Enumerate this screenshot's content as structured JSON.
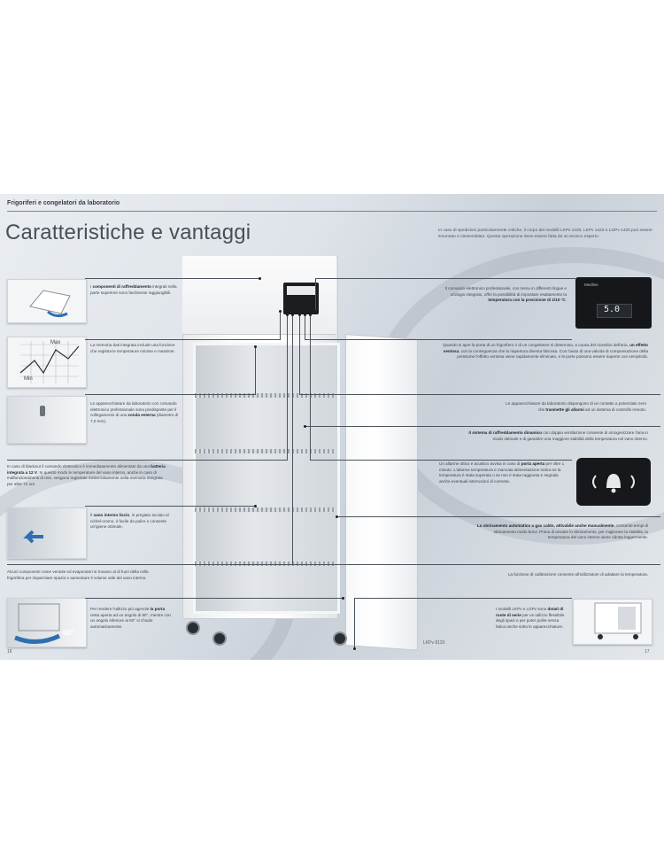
{
  "header": "Frigoriferi e congelatori da laboratorio",
  "title": "Caratteristiche e vantaggi",
  "intro": "In caso di spedizioni particolarmente critiche, il corpo dei modelli LKPv 1420, LKPv 1423 e LGPv 1420 può essere smontato e riassemblato. Questa operazione deve essere fatta da un tecnico esperto.",
  "left_items": [
    {
      "id": "raffreddamento",
      "pre": "I ",
      "bold": "componenti di raffreddamento",
      "post": " integrati nella parte superiore sono facilmente raggiungibili."
    },
    {
      "id": "memoria",
      "pre": "La memoria dati integrata include una funzione che registra le temperature minime e massime.",
      "bold": "",
      "post": ""
    },
    {
      "id": "zoccolo",
      "pre": "Le apparecchiature da laboratorio con comando elettronico professionale sono predisposte per il collegamento di una ",
      "bold": "sonda esterna",
      "post": " (diametro di 7,0 mm)."
    },
    {
      "id": "blackout",
      "pre": "In caso di blackout il comando elettronico è immediatamente alimentato da una ",
      "bold": "batteria integrata a 12 V",
      "post": ". In questo modo le temperature del vano interno, anche in caso di malfunzionamenti di rete, vengono registrate ininterrottamente nella memoria integrata per altre 72 ore."
    },
    {
      "id": "vano",
      "pre": "Il ",
      "bold": "vano interno liscio",
      "post": ", in pregiato acciaio al nichel-cromo, è facile da pulire e consente un'igiene ottimale."
    },
    {
      "id": "evaporatori",
      "pre": "Alcuni componenti come ventole ed evaporatori si trovano al di fuori della cella frigorifera per risparmiare spazio e aumentare il volume utile del vano interno.",
      "bold": "",
      "post": ""
    },
    {
      "id": "porta",
      "pre": "Per rendere l'utilizzo più agevole ",
      "bold": "la porta",
      "post": " resta aperta ad un angolo di 90°, mentre con un angolo inferiore ai 60° si chiude automaticamente."
    }
  ],
  "right_items": [
    {
      "id": "comando",
      "pre": "Il comando elettronico professionale, con menu in differenti lingue e orologio integrato, offre la possibilità di impostare esattamente la ",
      "bold": "temperatura con la precisione di 1/10 °C",
      "post": "."
    },
    {
      "id": "valvola",
      "pre": "Quando si apre la porta di un frigorifero o di un congelatore si determina, a causa del ricambio dell'aria, ",
      "bold": "un effetto ventosa",
      "post": ", con la conseguenza che la riapertura diventa faticosa. Con l'aiuto di una valvola di compensazione della pressione l'effetto ventosa viene rapidamente eliminato, e le porte possono essere riaperte con semplicità."
    },
    {
      "id": "contatto",
      "pre": "Le apparecchiature da laboratorio dispongono di un contatto a potenziale zero che ",
      "bold": "trasmette gli allarmi",
      "post": " ad un sistema di controllo remoto."
    },
    {
      "id": "dinamico",
      "pre": "",
      "bold": "Il sistema di raffreddamento dinamico",
      "post": " con doppia ventilazione consente di omogenizzare l'aria in modo ottimale e di garantire una maggiore stabilità della temperatura nel vano interno."
    },
    {
      "id": "allarme",
      "pre": "Un allarme ottico e acustico avvisa in caso di ",
      "bold": "porta aperta",
      "post": " per oltre 1 minuto. L'allarme temperatura e mancata alimentazione indica se la temperatura è stata superata o se non è stata raggiunta e segnala anche eventuali interruzioni di corrente."
    },
    {
      "id": "sbrinamento",
      "pre": "",
      "bold": "Lo sbrinamento automatico a gas caldo, attivabile anche manualmente",
      "post": ", consente tempi di sbrinamento molto brevi. Prima di avviare lo sbrinamento, per migliorare la stabilità, la temperatura del vano interno viene ridotta leggermente."
    },
    {
      "id": "calibrazione",
      "pre": "La funzione di calibrazione consente all'utilizzatore di adattare la temperatura.",
      "bold": "",
      "post": ""
    },
    {
      "id": "ruote",
      "pre": "I modelli LKPv e LGPv sono ",
      "bold": "dotati di ruote di serie",
      "post": " per un utilizzo flessibile degli spazi e per poter pulire senza fatica anche sotto le apparecchiature."
    }
  ],
  "display_value": "5.0",
  "display_brand": "Medline",
  "thumb_max": "Max",
  "thumb_min": "Min",
  "thumb_angle": "60°",
  "model": "LKPv 8120",
  "page_left": "16",
  "page_right": "17"
}
